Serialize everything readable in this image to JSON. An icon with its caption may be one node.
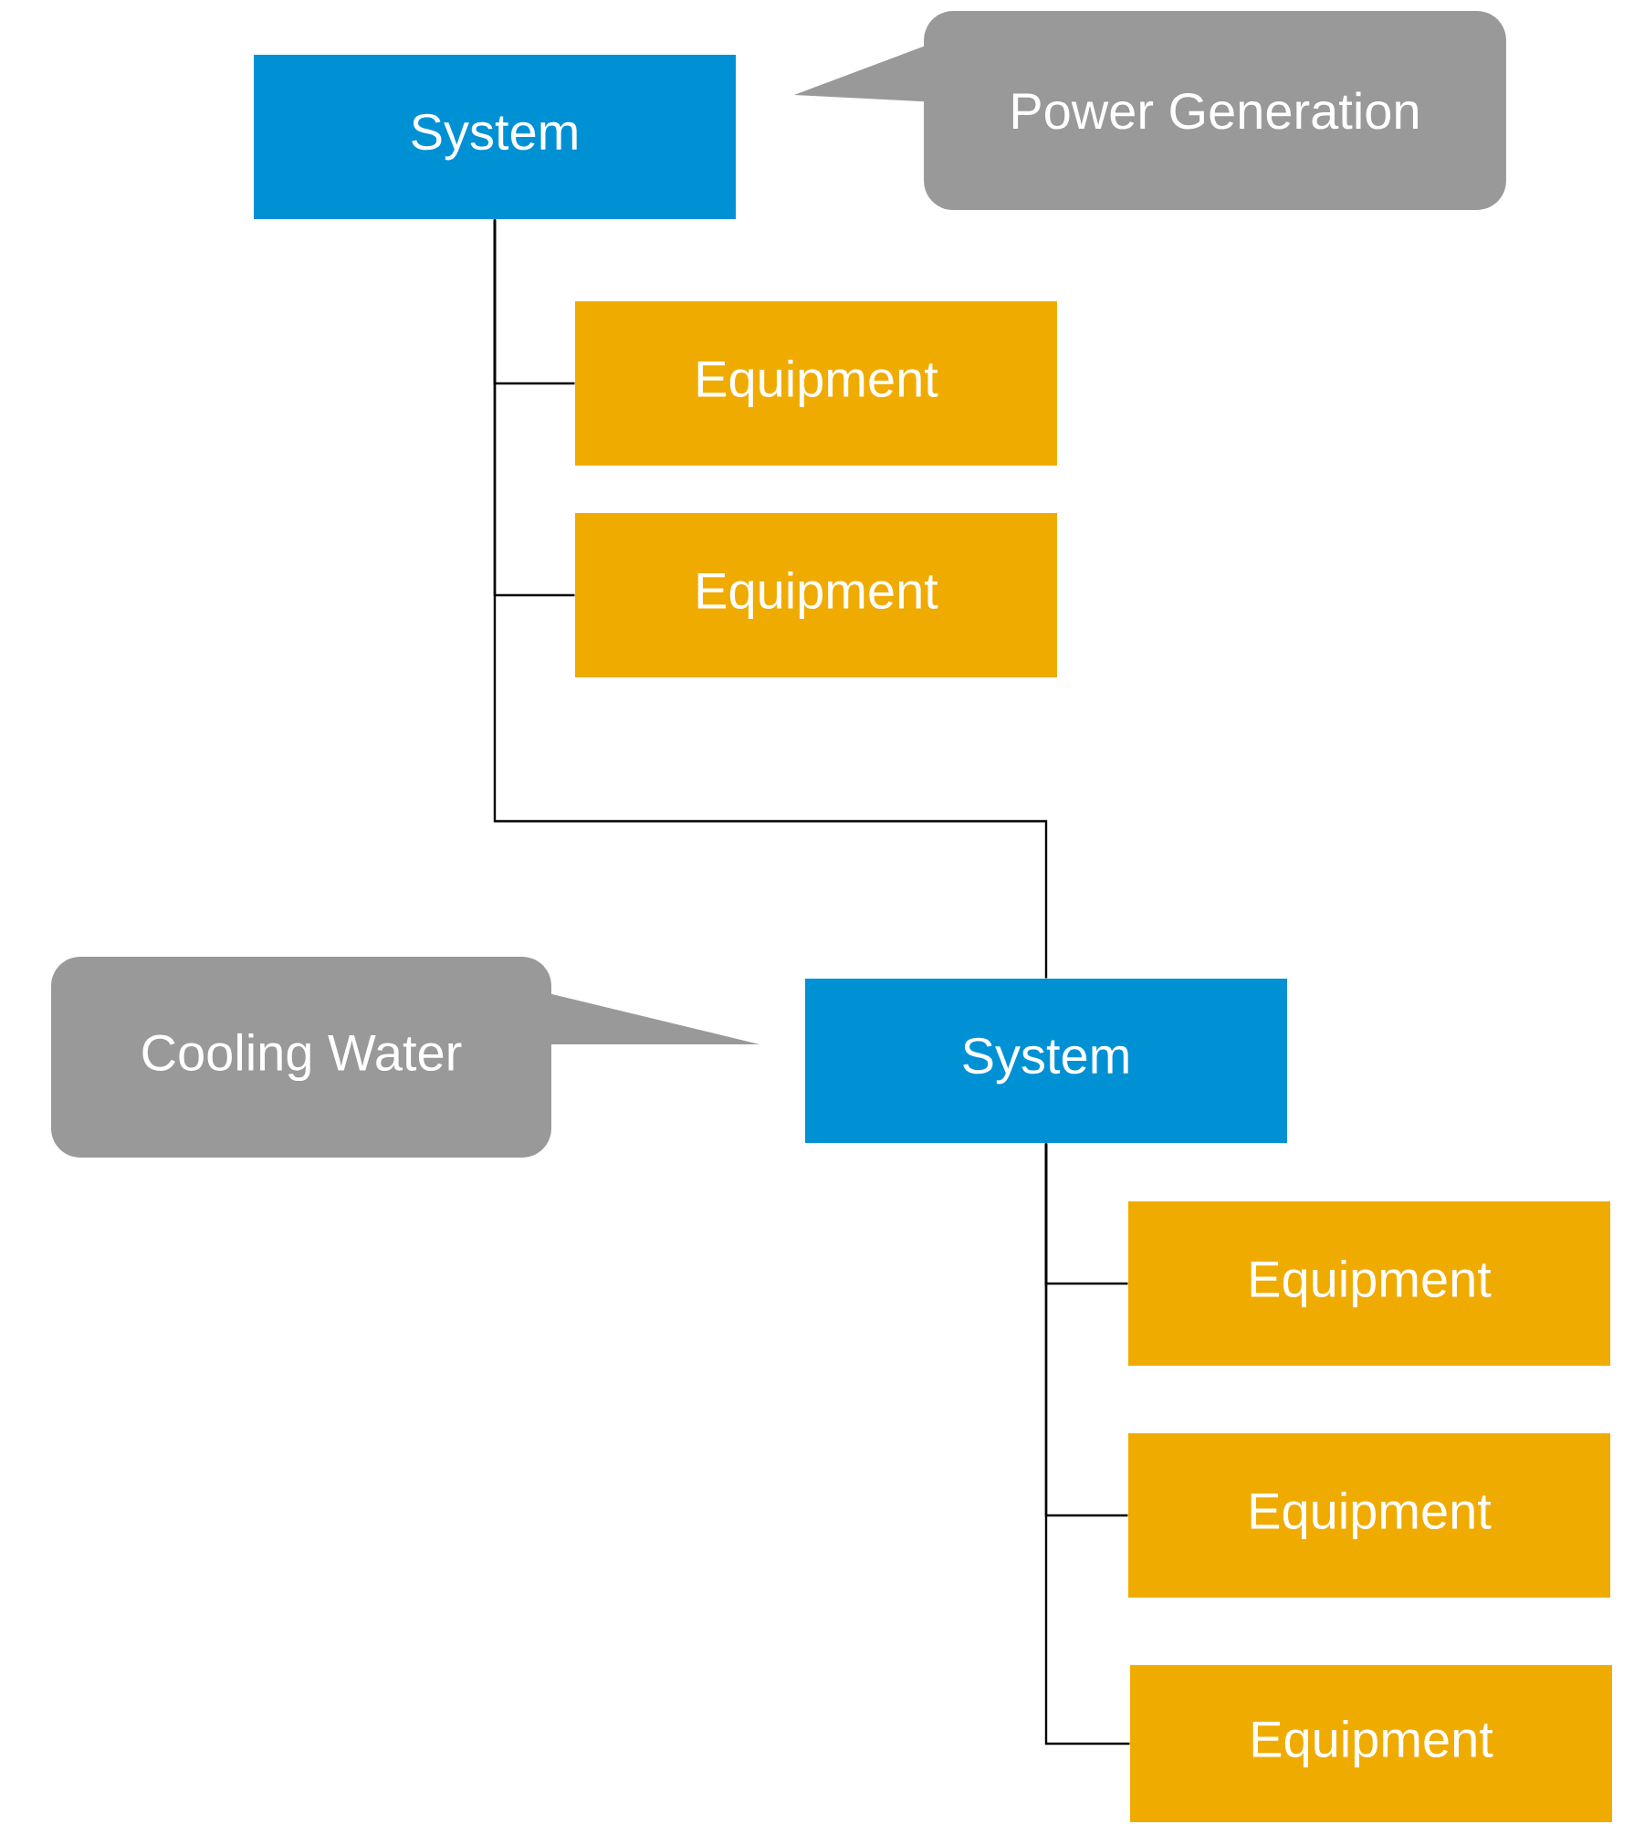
{
  "diagram": {
    "nodes": [
      {
        "text": [
          "System"
        ]
      },
      {
        "text": [
          "Power Generation"
        ]
      },
      {
        "text": [
          "Equipment"
        ]
      },
      {
        "text": [
          "Equipment"
        ]
      },
      {
        "text": [
          "System"
        ]
      },
      {
        "text": [
          "Cooling Water"
        ]
      },
      {
        "text": [
          "Equipment"
        ]
      },
      {
        "text": [
          "Equipment"
        ]
      },
      {
        "text": [
          "Equipment"
        ]
      }
    ],
    "edges": [
      {
        "from": 0,
        "to": 2,
        "arrow": "none"
      },
      {
        "from": 0,
        "to": 3,
        "arrow": "none"
      },
      {
        "from": 0,
        "to": 4,
        "arrow": "none"
      },
      {
        "from": 4,
        "to": 6,
        "arrow": "none"
      },
      {
        "from": 4,
        "to": 7,
        "arrow": "none"
      },
      {
        "from": 4,
        "to": 8,
        "arrow": "none"
      }
    ]
  }
}
